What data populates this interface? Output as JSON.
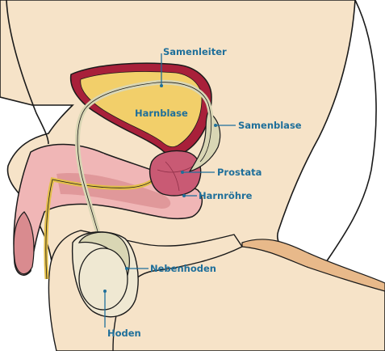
{
  "labels": {
    "samenleiter": "Samenleiter",
    "harnblase": "Harnblase",
    "samenblase": "Samenblase",
    "prostata": "Prostata",
    "harnroehre": "Harnröhre",
    "nebenhoden": "Nebenhoden",
    "hoden": "Hoden"
  },
  "colors": {
    "skin": "#f6e3c8",
    "skin_dark": "#e8b98a",
    "outline": "#1a1a1a",
    "label_text": "#1f6f9a",
    "leader_line": "#1f6f9a",
    "bladder_wall": "#a8203a",
    "bladder_fill": "#f2cf6a",
    "prostate": "#c95a74",
    "penis": "#f0b6b6",
    "penis_dark": "#d98b8f",
    "duct": "#d9d6b4",
    "testis": "#efe8d2",
    "urethra": "#e3bf4a"
  }
}
